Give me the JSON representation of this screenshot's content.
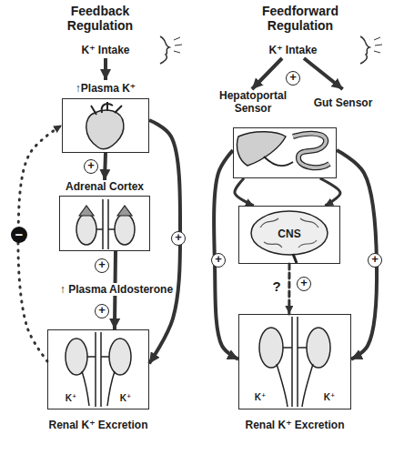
{
  "diagram": {
    "nodes": [
      {
        "text": [
          "K⁺ Intake"
        ]
      },
      {
        "text": [
          "↑Plasma K⁺"
        ]
      },
      {
        "text": [
          "Adrenal Cortex"
        ]
      },
      {
        "text": [
          "K⁺",
          "K⁺",
          "Renal K⁺ Excretion"
        ]
      },
      {
        "text": [
          "K⁺ Intake"
        ]
      },
      {
        "text": [
          "Hepatoportal Sensor",
          "Gut Sensor"
        ]
      },
      {
        "text": [
          "CNS"
        ]
      },
      {
        "text": [
          "K⁺",
          "K⁺",
          "Renal K⁺ Excretion"
        ]
      }
    ],
    "edges": [
      {
        "from": 0,
        "to": 1,
        "arrow": "to"
      },
      {
        "from": 1,
        "to": 2,
        "arrow": "to"
      },
      {
        "from": 2,
        "to": 3,
        "arrow": "to",
        "label": "↑ Plasma Aldosterone"
      },
      {
        "from": 1,
        "to": 3,
        "arrow": "to"
      },
      {
        "from": 3,
        "to": 1,
        "arrow": "to"
      },
      {
        "from": 4,
        "to": 5,
        "arrow": "to"
      },
      {
        "from": 4,
        "to": 5,
        "arrow": "to"
      },
      {
        "from": 5,
        "to": 6,
        "arrow": "to"
      },
      {
        "from": 5,
        "to": 6,
        "arrow": "to"
      },
      {
        "from": 6,
        "to": 7,
        "arrow": "to",
        "label": "?"
      },
      {
        "from": 5,
        "to": 7,
        "arrow": "to"
      },
      {
        "from": 5,
        "to": 7,
        "arrow": "to"
      }
    ],
    "labels": [
      "Feedback Regulation",
      "Feedforward Regulation",
      "+",
      "+",
      "+",
      "+",
      "−",
      "+",
      "+",
      "+",
      "+"
    ]
  }
}
